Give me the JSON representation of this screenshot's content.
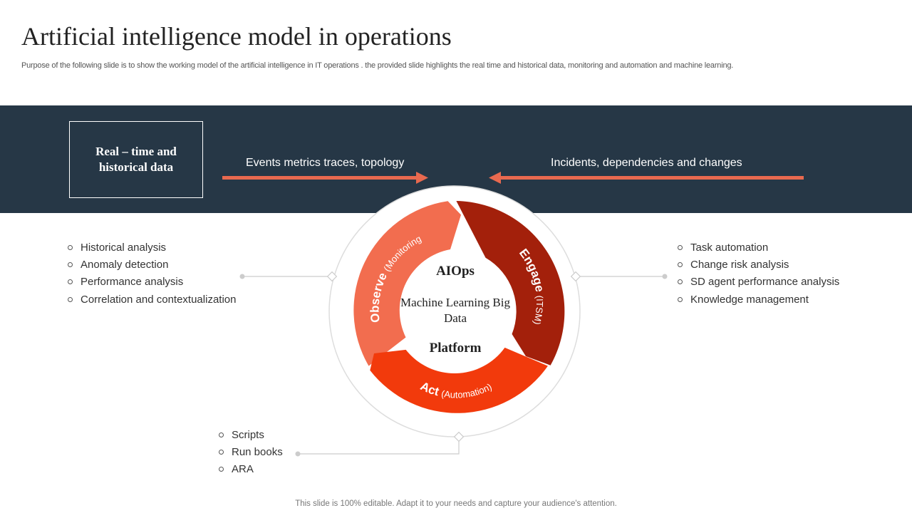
{
  "header": {
    "title": "Artificial intelligence model in operations",
    "subtitle": "Purpose of the following slide is to show the working model of the artificial intelligence in IT operations . the provided slide highlights the real time and historical data, monitoring and automation and machine learning."
  },
  "band": {
    "box_label": "Real – time and historical data",
    "left_arrow_label": "Events metrics traces, topology",
    "right_arrow_label": "Incidents,  dependencies and changes"
  },
  "cycle": {
    "center_top": "AIOps",
    "center_middle": "Machine Learning Big Data",
    "center_bottom": "Platform",
    "segments": [
      {
        "main": "Observe",
        "sub": "(Monitoring)",
        "color": "#F26D4F"
      },
      {
        "main": "Engage",
        "sub": "(ITSM)",
        "color": "#A3200B"
      },
      {
        "main": "Act",
        "sub": "(Automation)",
        "color": "#F23A0C"
      }
    ]
  },
  "lists": {
    "observe_items": [
      "Historical analysis",
      "Anomaly detection",
      "Performance analysis",
      "Correlation and contextualization"
    ],
    "engage_items": [
      "Task automation",
      "Change risk analysis",
      "SD agent performance analysis",
      "Knowledge management"
    ],
    "act_items": [
      "Scripts",
      "Run books",
      "ARA"
    ]
  },
  "colors": {
    "band": "#263746",
    "arrow": "#E8694F"
  },
  "footer": {
    "note": "This slide is 100% editable. Adapt it to your needs and capture your audience's attention."
  }
}
